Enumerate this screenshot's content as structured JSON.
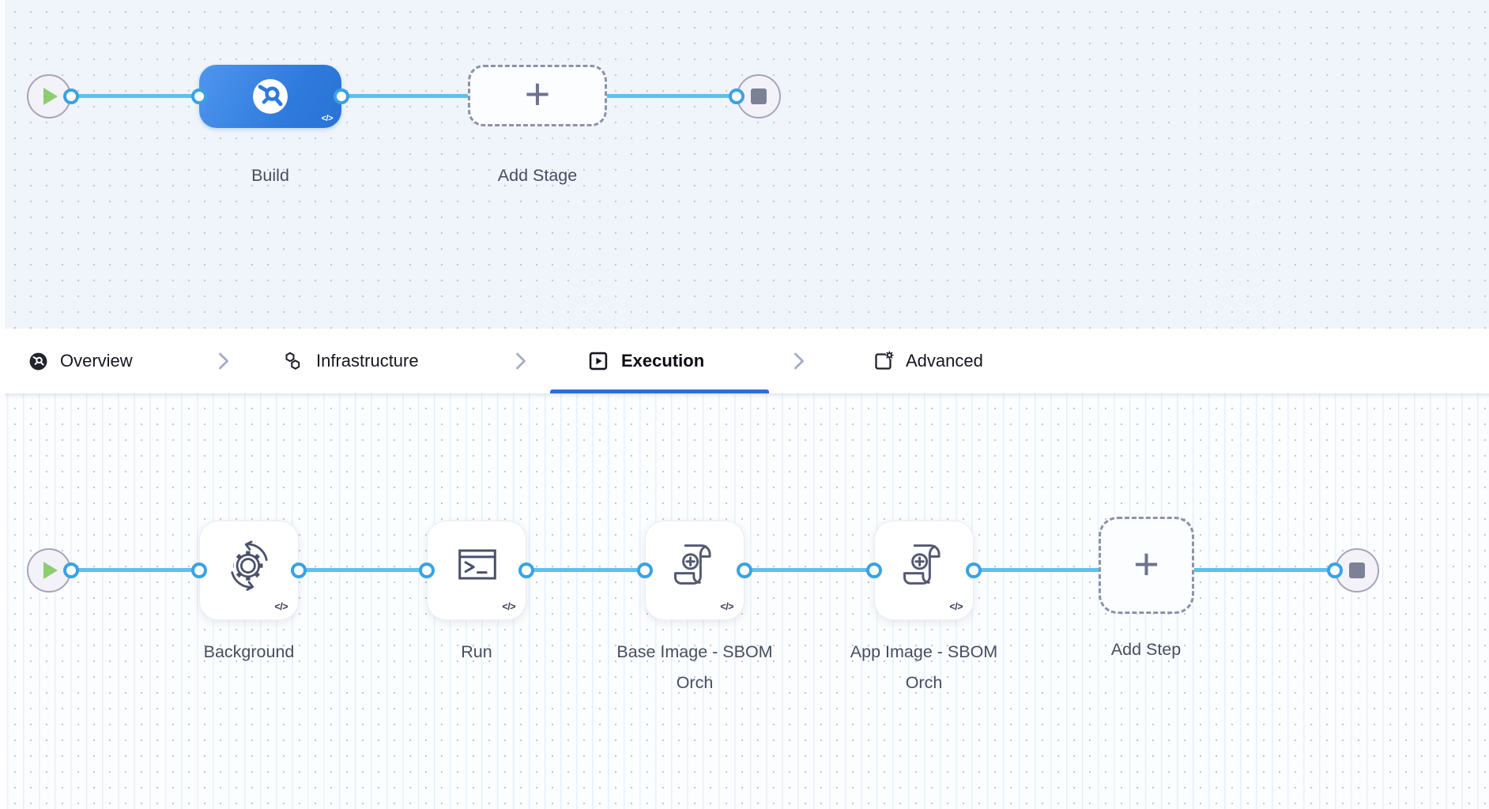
{
  "glyphs": {
    "plus": "+",
    "code": "</>"
  },
  "top_canvas": {
    "stage_label": "Build",
    "add_stage_label": "Add Stage"
  },
  "tab_bar": {
    "tabs": [
      {
        "label": "Overview",
        "icon": "ci-overview-icon",
        "active": false
      },
      {
        "label": "Infrastructure",
        "icon": "hexagons-icon",
        "active": false
      },
      {
        "label": "Execution",
        "icon": "play-square-icon",
        "active": true
      },
      {
        "label": "Advanced",
        "icon": "page-gear-icon",
        "active": false
      }
    ],
    "active_tab": "Execution"
  },
  "bottom_canvas": {
    "steps": [
      {
        "label": "Background",
        "icon": "gear-sync-icon"
      },
      {
        "label": "Run",
        "icon": "terminal-icon"
      },
      {
        "label": "Base Image - SBOM Orch",
        "icon": "sbom-scroll-icon"
      },
      {
        "label": "App Image - SBOM Orch",
        "icon": "sbom-scroll-icon"
      }
    ],
    "add_step_label": "Add Step"
  },
  "colors": {
    "stage_node_blue": "#3b82e2",
    "connection_line_blue": "#5ec1ed",
    "connector_ring_blue": "#3aa2e2",
    "play_green": "#8ccd72",
    "active_tab_underline": "#2e6fd6",
    "top_canvas_bg": "#eff5fa",
    "bottom_canvas_bg": "#fbfdff"
  }
}
